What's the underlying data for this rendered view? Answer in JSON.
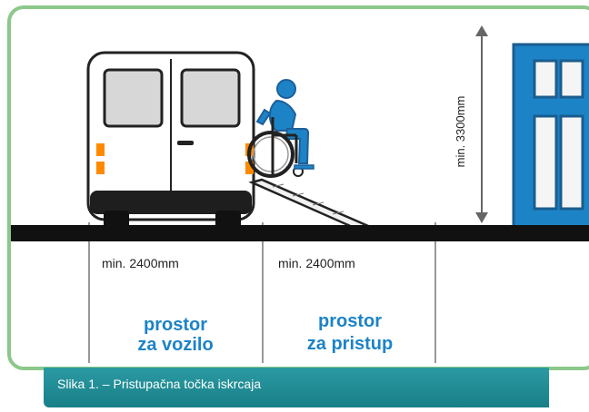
{
  "diagram": {
    "left_width_label": "min. 2400mm",
    "right_width_label": "min. 2400mm",
    "height_label": "min. 3300mm",
    "vehicle_area_label_line1": "prostor",
    "vehicle_area_label_line2": "za vozilo",
    "access_area_label_line1": "prostor",
    "access_area_label_line2": "za pristup"
  },
  "caption": {
    "text": "Slika 1. – Pristupačna točka iskrcaja"
  },
  "colors": {
    "frame_green": "#8cc88a",
    "caption_teal": "#1f8d96",
    "building_blue": "#1d83c7",
    "text_blue": "#1d83c7",
    "road_black": "#111111",
    "person_blue": "#1d83c7"
  }
}
